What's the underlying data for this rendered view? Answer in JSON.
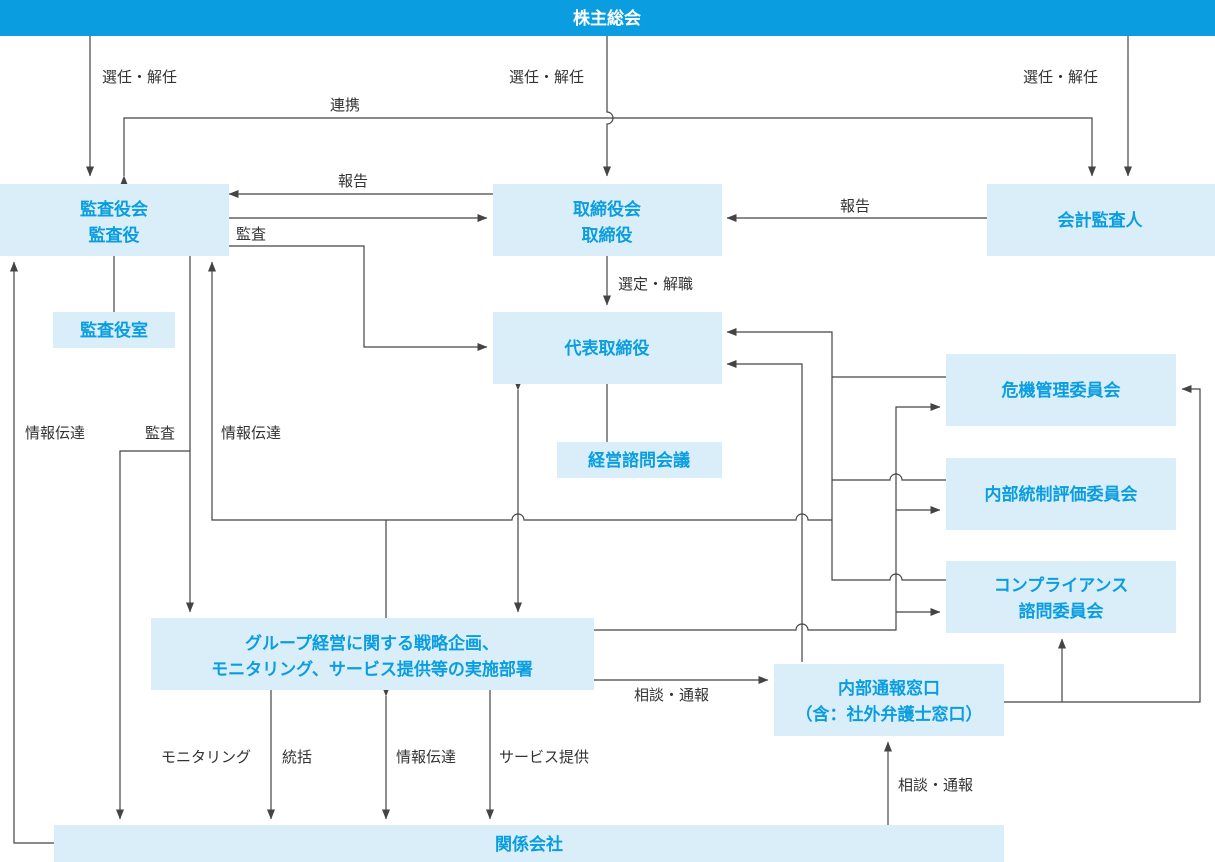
{
  "nodes": {
    "shareholders": "株主総会",
    "audit_board": [
      "監査役会",
      "監査役"
    ],
    "board": [
      "取締役会",
      "取締役"
    ],
    "auditor": "会計監査人",
    "audit_office": "監査役室",
    "ceo": "代表取締役",
    "advisory": "経営諮問会議",
    "risk": "危機管理委員会",
    "icfr": "内部統制評価委員会",
    "compliance": [
      "コンプライアンス",
      "諮問委員会"
    ],
    "strategy": [
      "グループ経営に関する戦略企画、",
      "モニタリング、サービス提供等の実施部署"
    ],
    "whistle": [
      "内部通報窓口",
      "（含：社外弁護士窓口）"
    ],
    "affiliates": "関係会社"
  },
  "labels": {
    "elect1": "選任・解任",
    "elect2": "選任・解任",
    "elect3": "選任・解任",
    "cooperation": "連携",
    "report1": "報告",
    "report2": "報告",
    "audit1": "監査",
    "appoint": "選定・解職",
    "info1": "情報伝達",
    "audit2": "監査",
    "info2": "情報伝達",
    "consult1": "相談・通報",
    "monitoring": "モニタリング",
    "control": "統括",
    "info3": "情報伝達",
    "service": "サービス提供",
    "consult2": "相談・通報"
  }
}
